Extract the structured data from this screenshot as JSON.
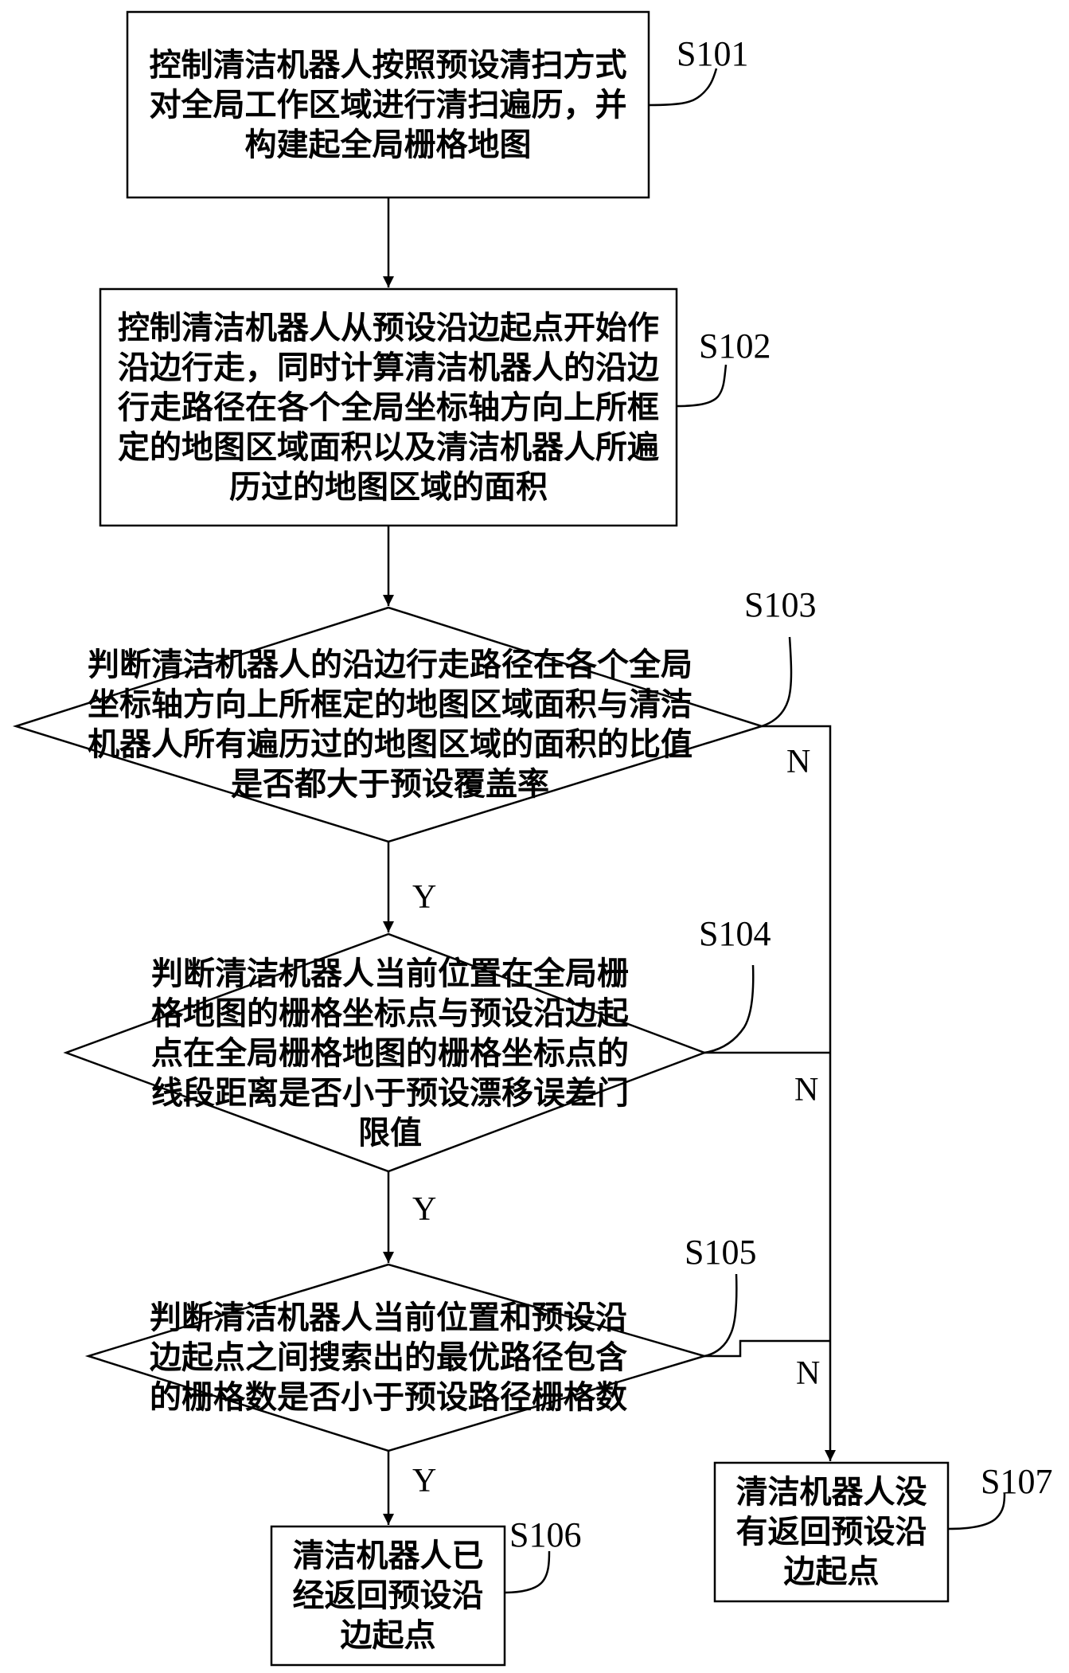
{
  "steps": [
    {
      "id": "S101",
      "text": "控制清洁机器人按照预设清扫方式对全局工作区域进行清扫遍历，并构建起全局栅格地图"
    },
    {
      "id": "S102",
      "text": "控制清洁机器人从预设沿边起点开始作沿边行走，同时计算清洁机器人的沿边行走路径在各个全局坐标轴方向上所框定的地图区域面积以及清洁机器人所遍历过的地图区域的面积"
    },
    {
      "id": "S103",
      "text": "判断清洁机器人的沿边行走路径在各个全局坐标轴方向上所框定的地图区域面积与清洁机器人所有遍历过的地图区域的面积的比值是否都大于预设覆盖率"
    },
    {
      "id": "S104",
      "text": "判断清洁机器人当前位置在全局栅格地图的栅格坐标点与预设沿边起点在全局栅格地图的栅格坐标点的线段距离是否小于预设漂移误差门限值"
    },
    {
      "id": "S105",
      "text": "判断清洁机器人当前位置和预设沿边起点之间搜索出的最优路径包含的栅格数是否小于预设路径栅格数"
    },
    {
      "id": "S106",
      "text": "清洁机器人已经返回预设沿边起点"
    },
    {
      "id": "S107",
      "text": "清洁机器人没有返回预设沿边起点"
    }
  ],
  "branch": {
    "yes": "Y",
    "no": "N"
  }
}
